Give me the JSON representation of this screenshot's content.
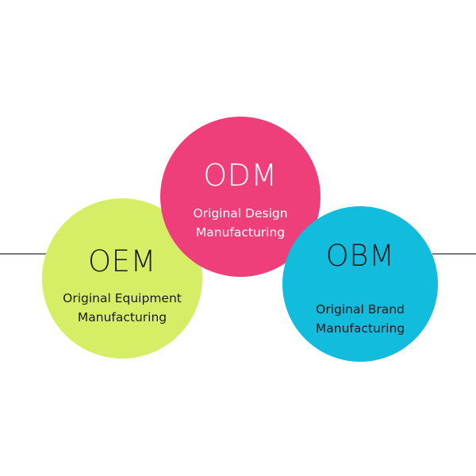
{
  "colors": {
    "oem_fill": "#d6ee66",
    "odm_fill": "#ee3f7a",
    "obm_fill": "#12bcdc",
    "connector_line": "#7a7a7a"
  },
  "circles": {
    "oem": {
      "abbreviation": "OEM",
      "line1": "Original Equipment",
      "line2": "Manufacturing"
    },
    "odm": {
      "abbreviation": "ODM",
      "line1": "Original Design",
      "line2": "Manufacturing"
    },
    "obm": {
      "abbreviation": "OBM",
      "line1": "Original Brand",
      "line2": "Manufacturing"
    }
  }
}
